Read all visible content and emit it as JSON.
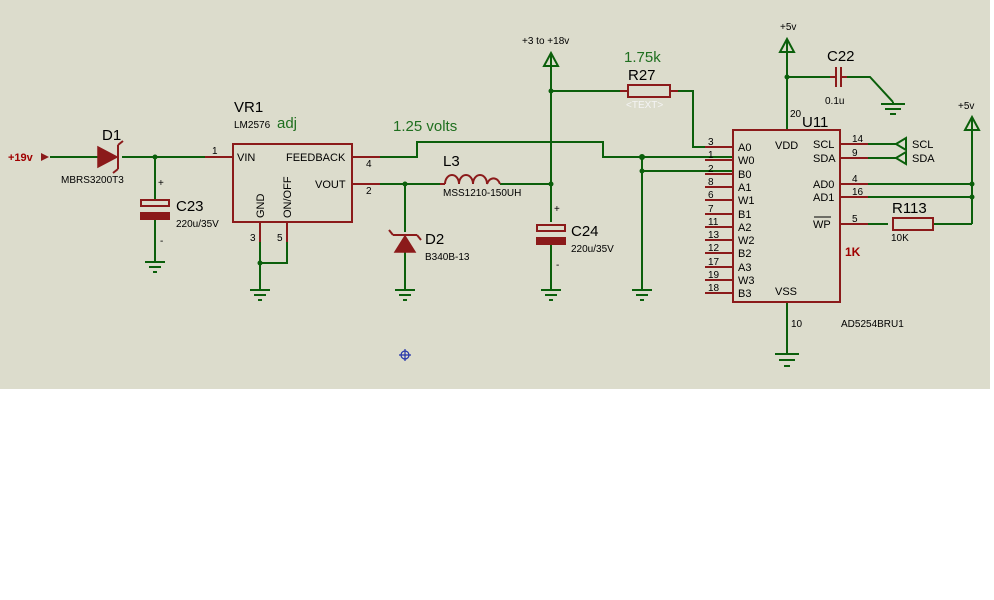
{
  "net_labels": {
    "input": "+19v",
    "rail_v": "+3 to +18v",
    "vcc_top": "+5v",
    "vcc_right": "+5v",
    "output_note": "1.25 volts",
    "adj_note": "adj",
    "r27_note": "1.75k",
    "u11_note": "1K"
  },
  "components": {
    "vr1": {
      "ref": "VR1",
      "part": "LM2576",
      "pins": {
        "vin": "VIN",
        "feedback": "FEEDBACK",
        "vout": "VOUT",
        "gnd": "GND",
        "onoff": "ON/OFF"
      },
      "pin_numbers": {
        "vin": "1",
        "feedback": "4",
        "vout": "2",
        "gnd": "3",
        "onoff": "5"
      }
    },
    "d1": {
      "ref": "D1",
      "part": "MBRS3200T3"
    },
    "d2": {
      "ref": "D2",
      "part": "B340B-13"
    },
    "l3": {
      "ref": "L3",
      "part": "MSS1210-150UH"
    },
    "c23": {
      "ref": "C23",
      "value": "220u/35V"
    },
    "c24": {
      "ref": "C24",
      "value": "220u/35V"
    },
    "c22": {
      "ref": "C22",
      "value": "0.1u"
    },
    "r27": {
      "ref": "R27",
      "value": "<TEXT>"
    },
    "r113": {
      "ref": "R113",
      "value": "10K"
    },
    "u11": {
      "ref": "U11",
      "part": "AD5254BRU1",
      "left_pins": [
        {
          "num": "3",
          "name": "A0"
        },
        {
          "num": "1",
          "name": "W0"
        },
        {
          "num": "2",
          "name": "B0"
        },
        {
          "num": "8",
          "name": "A1"
        },
        {
          "num": "6",
          "name": "W1"
        },
        {
          "num": "7",
          "name": "B1"
        },
        {
          "num": "11",
          "name": "A2"
        },
        {
          "num": "13",
          "name": "W2"
        },
        {
          "num": "12",
          "name": "B2"
        },
        {
          "num": "17",
          "name": "A3"
        },
        {
          "num": "19",
          "name": "W3"
        },
        {
          "num": "18",
          "name": "B3"
        }
      ],
      "right_pins": [
        {
          "num": "14",
          "name": "SCL"
        },
        {
          "num": "9",
          "name": "SDA"
        },
        {
          "num": "4",
          "name": "AD0"
        },
        {
          "num": "16",
          "name": "AD1"
        },
        {
          "num": "5",
          "name": "WP"
        }
      ],
      "vdd": "VDD",
      "vdd_num": "20",
      "vss": "VSS",
      "vss_num": "10"
    },
    "bus_labels": {
      "scl": "SCL",
      "sda": "SDA"
    }
  }
}
